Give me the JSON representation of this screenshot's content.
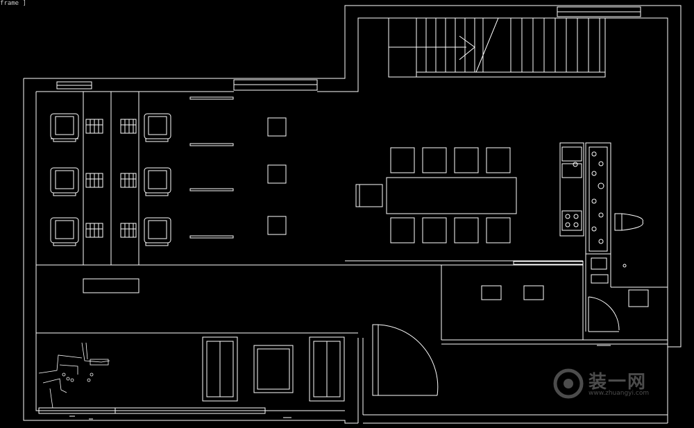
{
  "viewport_label": "frame ]",
  "watermark": {
    "brand_cn": "装一网",
    "url": "www.zhuangyi.com",
    "logo_icon": "swirl-logo-icon"
  },
  "colors": {
    "background": "#000000",
    "line": "#ffffff",
    "watermark": "#8a8a8a"
  },
  "furniture_counts": {
    "office_chairs": 6,
    "workstation_monitors": 6,
    "meeting_table_chairs": 9,
    "square_columns": 3,
    "staircase_treads": 19
  }
}
